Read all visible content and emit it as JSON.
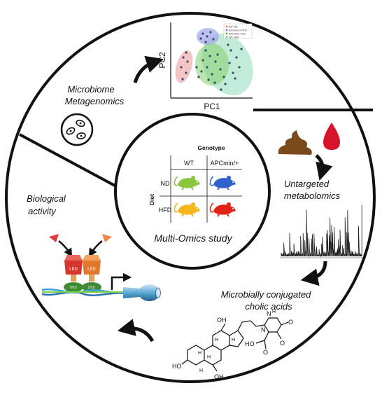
{
  "sections": {
    "microbiome": {
      "title_line1": "Microbiome",
      "title_line2": "Metagenomics",
      "pca": {
        "xlabel": "PC1",
        "ylabel": "PC2",
        "legend": [
          "WT ND",
          "APCmin/+ HFD",
          "APCmin/+ ND",
          "WT HFD"
        ]
      }
    },
    "metabolomics": {
      "title_line1": "Untargeted",
      "title_line2": "metabolomics"
    },
    "cholic": {
      "title_line1": "Microbially conjugated",
      "title_line2": "cholic acids",
      "atoms": {
        "oh_top": "OH",
        "ho_left": "HO",
        "oh_right": "OH",
        "h_a": "H",
        "h_b": "H",
        "h_c": "H",
        "h_d": "H",
        "h_e": "H",
        "n_amide": "N",
        "n_ring": "N",
        "o_amide": "O",
        "hn": "H",
        "o_ring": "O",
        "ho_acid": "HO",
        "o_acid": "O"
      }
    },
    "biological": {
      "title_line1": "Biological",
      "title_line2": "activity",
      "receptor_label_1": "LBD",
      "receptor_label_2": "LBD",
      "dbd_label_1": "DBD",
      "dbd_label_2": "DBD"
    }
  },
  "center": {
    "title": "Multi-Omics study",
    "table": {
      "col_header": "Genotype",
      "row_header": "Diet",
      "columns": [
        "WT",
        "APCmin/+"
      ],
      "rows": [
        "ND",
        "HFD"
      ]
    }
  },
  "colors": {
    "mouse_wt_nd": "#8bc63f",
    "mouse_apc_nd": "#2e62c9",
    "mouse_wt_hfd": "#f6b51b",
    "mouse_apc_hfd": "#e2231a",
    "blood": "#d7142b",
    "poop": "#7a4a1c"
  }
}
